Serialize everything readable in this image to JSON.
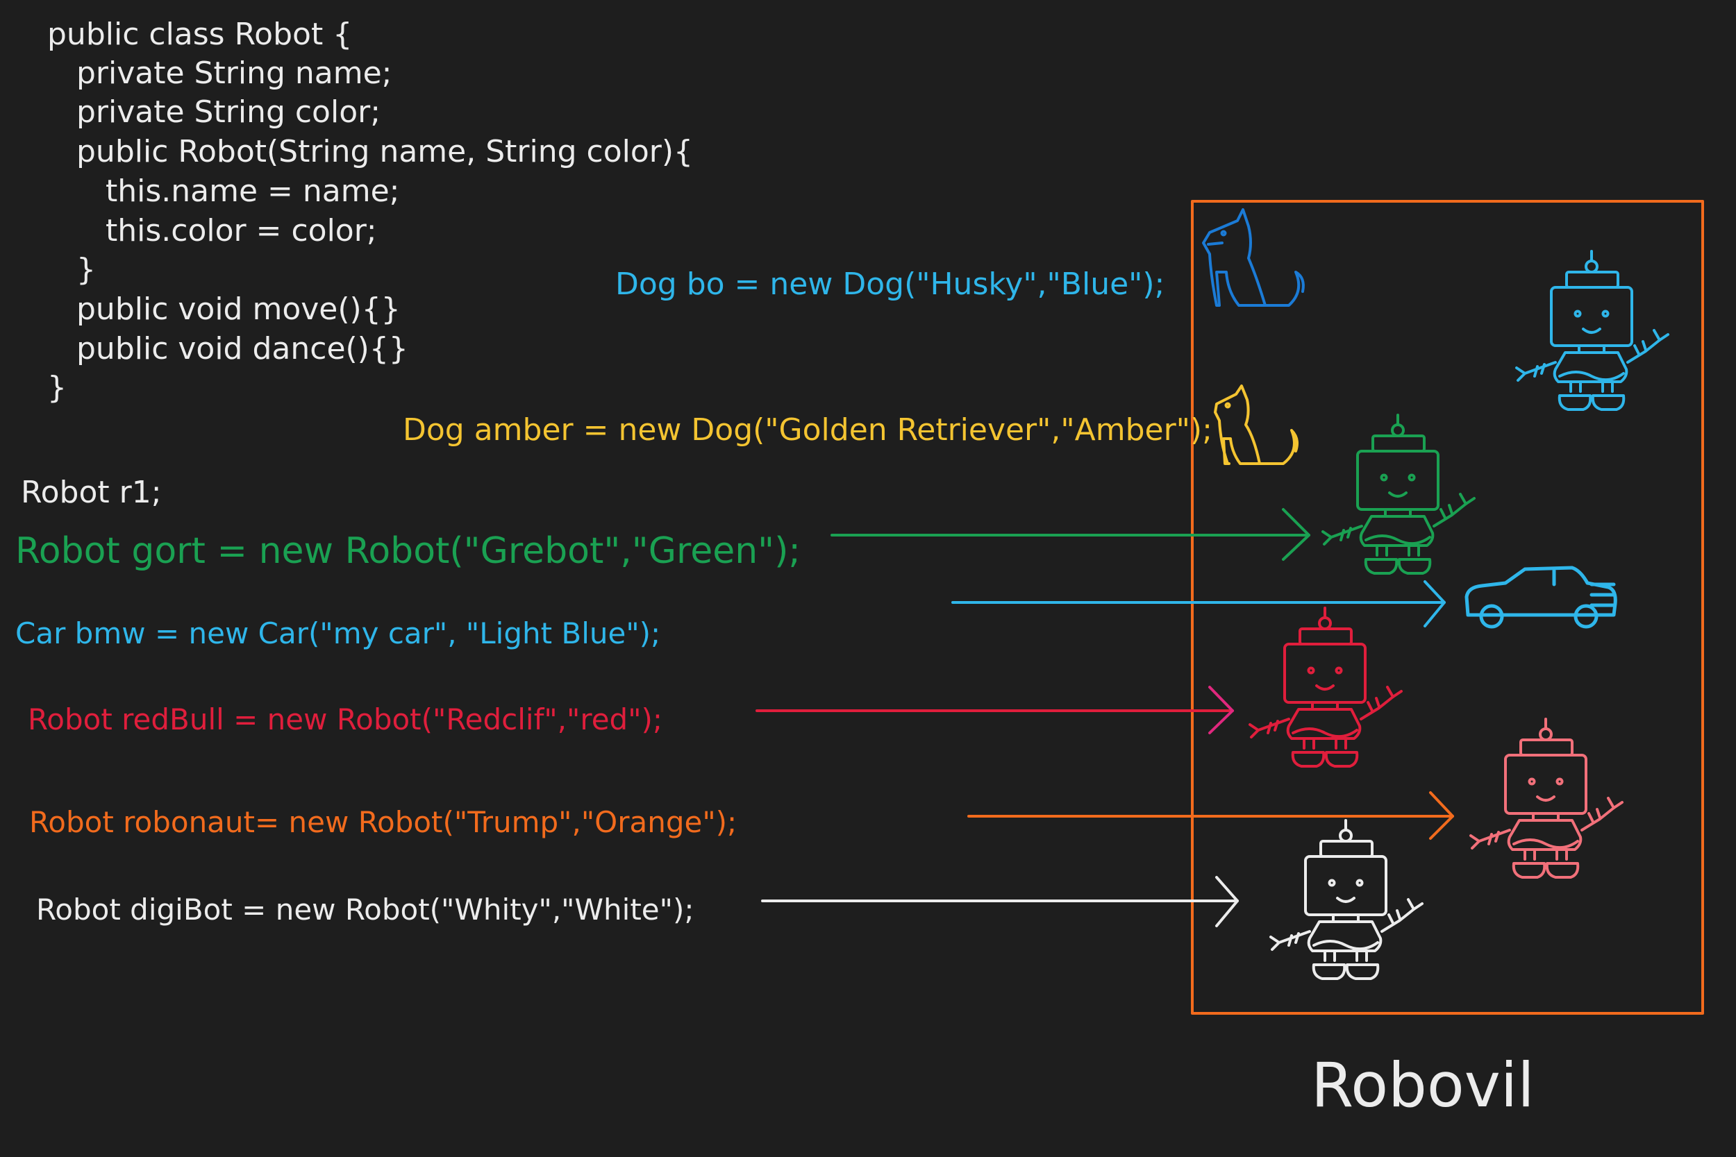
{
  "class_code": [
    "public class Robot {",
    "private String name;",
    "private String color;",
    "public Robot(String name, String color){",
    "this.name = name;",
    "this.color = color;",
    "}",
    "public void move(){}",
    "public void dance(){}",
    "}"
  ],
  "statements": {
    "dog_bo": "Dog bo = new Dog(\"Husky\",\"Blue\");",
    "dog_amber": "Dog amber = new Dog(\"Golden Retriever\",\"Amber\");",
    "robot_r1": "Robot r1;",
    "robot_gort": "Robot gort = new Robot(\"Grebot\",\"Green\");",
    "car_bmw": "Car bmw = new Car(\"my car\", \"Light Blue\");",
    "robot_redbull": "Robot redBull = new Robot(\"Redclif\",\"red\");",
    "robot_robonaut": "Robot robonaut= new Robot(\"Trump\",\"Orange\");",
    "robot_digibot": "Robot digiBot = new Robot(\"Whity\",\"White\");"
  },
  "container_label": "Robovil",
  "colors": {
    "background": "#1e1e1e",
    "container": "#f26b1d",
    "blue": "#2fb6ea",
    "dark_blue": "#1b7bd6",
    "amber": "#f4c431",
    "green": "#1aa152",
    "red": "#e01e3c",
    "magenta": "#e0287e",
    "orange": "#f26b1d",
    "salmon": "#f2707a",
    "white": "#ececec"
  }
}
